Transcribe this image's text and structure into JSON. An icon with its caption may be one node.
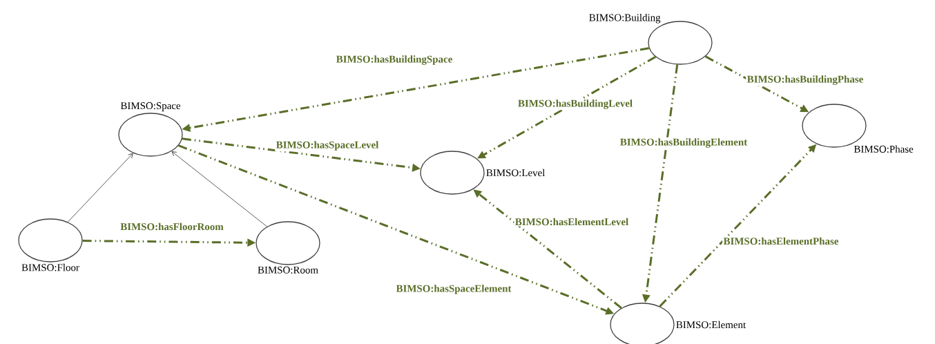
{
  "diagram": {
    "nodes": [
      {
        "text": [
          "BIMSO:Building"
        ]
      },
      {
        "text": [
          "BIMSO:Space"
        ]
      },
      {
        "text": [
          "BIMSO:Level"
        ]
      },
      {
        "text": [
          "BIMSO:Phase"
        ]
      },
      {
        "text": [
          "BIMSO:Floor"
        ]
      },
      {
        "text": [
          "BIMSO:Room"
        ]
      },
      {
        "text": [
          "BIMSO:Element"
        ]
      }
    ],
    "edges": [
      {
        "from": 0,
        "to": 1,
        "arrow": "to",
        "label": "BIMSO:hasBuildingSpace",
        "style": "dashed"
      },
      {
        "from": 0,
        "to": 2,
        "arrow": "to",
        "label": "BIMSO:hasBuildingLevel",
        "style": "dashed"
      },
      {
        "from": 0,
        "to": 6,
        "arrow": "to",
        "label": "BIMSO:hasBuildingElement",
        "style": "dashed"
      },
      {
        "from": 0,
        "to": 3,
        "arrow": "to",
        "label": "BIMSO:hasBuildingPhase",
        "style": "dashed"
      },
      {
        "from": 1,
        "to": 2,
        "arrow": "to",
        "label": "BIMSO:hasSpaceLevel",
        "style": "dashed"
      },
      {
        "from": 1,
        "to": 6,
        "arrow": "to",
        "label": "BIMSO:hasSpaceElement",
        "style": "dashed"
      },
      {
        "from": 6,
        "to": 2,
        "arrow": "to",
        "label": "BIMSO:hasElementLevel",
        "style": "dashed"
      },
      {
        "from": 6,
        "to": 3,
        "arrow": "to",
        "label": "BIMSO:hasElementPhase",
        "style": "dashed"
      },
      {
        "from": 4,
        "to": 5,
        "arrow": "to",
        "label": "BIMSO:hasFloorRoom",
        "style": "dashed"
      },
      {
        "from": 4,
        "to": 1,
        "arrow": "to",
        "color": "#333333"
      },
      {
        "from": 5,
        "to": 1,
        "arrow": "to",
        "color": "#333333"
      }
    ]
  }
}
